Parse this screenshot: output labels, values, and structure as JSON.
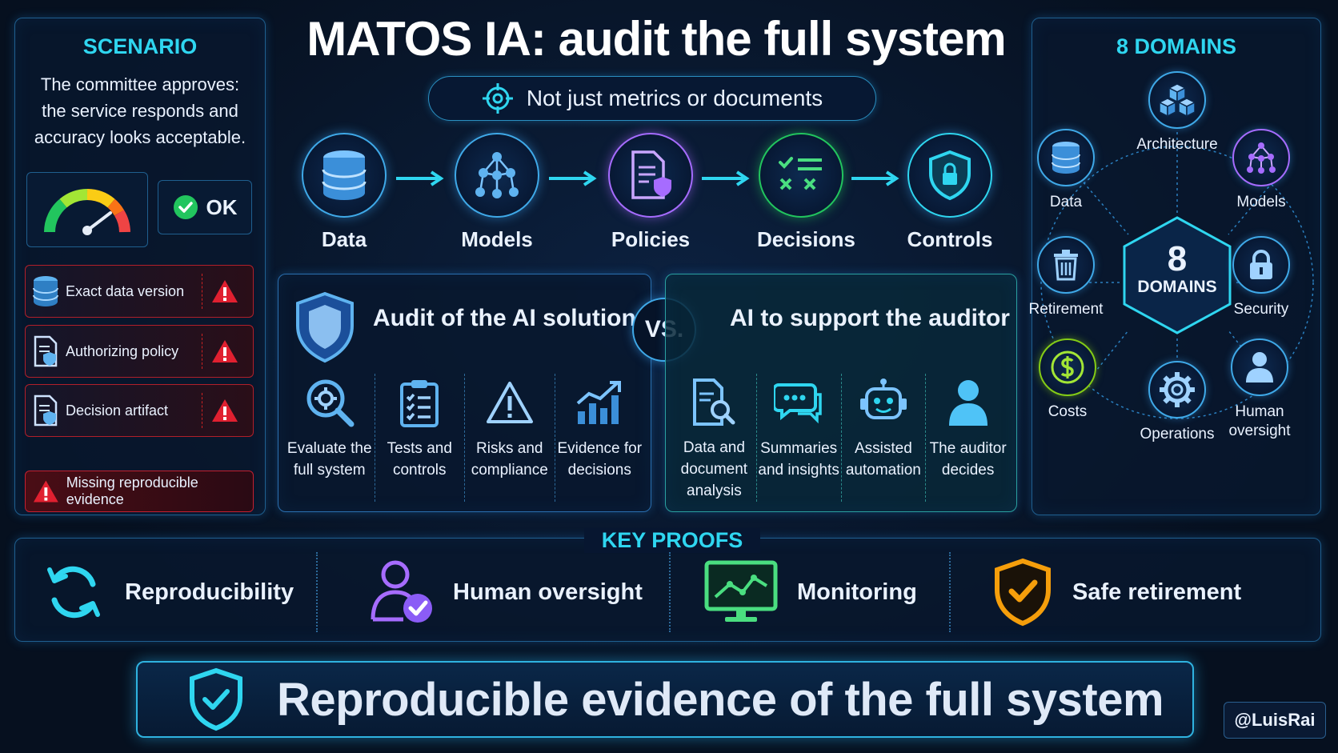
{
  "colors": {
    "accent": "#2fd6f0",
    "danger": "#e02030",
    "ok": "#22c55e",
    "orange": "#f59e0b",
    "purple": "#a66cff"
  },
  "title": "MATOS IA: audit the full system",
  "subtitle": "Not just metrics or documents",
  "scenario": {
    "title": "SCENARIO",
    "description": "The committee approves: the service responds and accuracy looks acceptable.",
    "status": "OK",
    "risks": [
      {
        "label": "Exact data version",
        "icon": "database-icon"
      },
      {
        "label": "Authorizing policy",
        "icon": "policy-doc-icon"
      },
      {
        "label": "Decision artifact",
        "icon": "policy-doc-icon"
      }
    ],
    "missing": "Missing reproducible evidence"
  },
  "flow": [
    {
      "label": "Data",
      "icon": "database-icon"
    },
    {
      "label": "Models",
      "icon": "network-icon"
    },
    {
      "label": "Policies",
      "icon": "policy-doc-icon"
    },
    {
      "label": "Decisions",
      "icon": "decision-icon"
    },
    {
      "label": "Controls",
      "icon": "shield-lock-icon"
    }
  ],
  "audit": {
    "title": "Audit of the AI solution",
    "items": [
      {
        "label": "Evaluate the full system",
        "icon": "magnifier-gear-icon"
      },
      {
        "label": "Tests and controls",
        "icon": "checklist-icon"
      },
      {
        "label": "Risks and compliance",
        "icon": "warning-icon"
      },
      {
        "label": "Evidence for decisions",
        "icon": "bar-chart-icon"
      }
    ]
  },
  "vs": "VS.",
  "support": {
    "title": "AI to support the auditor",
    "items": [
      {
        "label": "Data and document analysis",
        "icon": "doc-search-icon"
      },
      {
        "label": "Summaries and insights",
        "icon": "chat-icon"
      },
      {
        "label": "Assisted automation",
        "icon": "robot-icon"
      },
      {
        "label": "The auditor decides",
        "icon": "person-icon"
      }
    ]
  },
  "domains": {
    "title": "8 DOMAINS",
    "center_number": "8",
    "center_label": "DOMAINS",
    "items": [
      {
        "label": "Architecture",
        "icon": "cubes-icon"
      },
      {
        "label": "Data",
        "icon": "database-icon"
      },
      {
        "label": "Models",
        "icon": "network-icon"
      },
      {
        "label": "Retirement",
        "icon": "trash-icon"
      },
      {
        "label": "Security",
        "icon": "lock-icon"
      },
      {
        "label": "Costs",
        "icon": "dollar-icon"
      },
      {
        "label": "Operations",
        "icon": "gear-icon"
      },
      {
        "label": "Human oversight",
        "icon": "person-icon"
      }
    ]
  },
  "proofs": {
    "title": "KEY PROOFS",
    "items": [
      {
        "label": "Reproducibility",
        "icon": "refresh-icon"
      },
      {
        "label": "Human oversight",
        "icon": "person-check-icon"
      },
      {
        "label": "Monitoring",
        "icon": "monitor-chart-icon"
      },
      {
        "label": "Safe retirement",
        "icon": "shield-check-icon"
      }
    ]
  },
  "banner": "Reproducible evidence of the full system",
  "handle": "@LuisRai"
}
